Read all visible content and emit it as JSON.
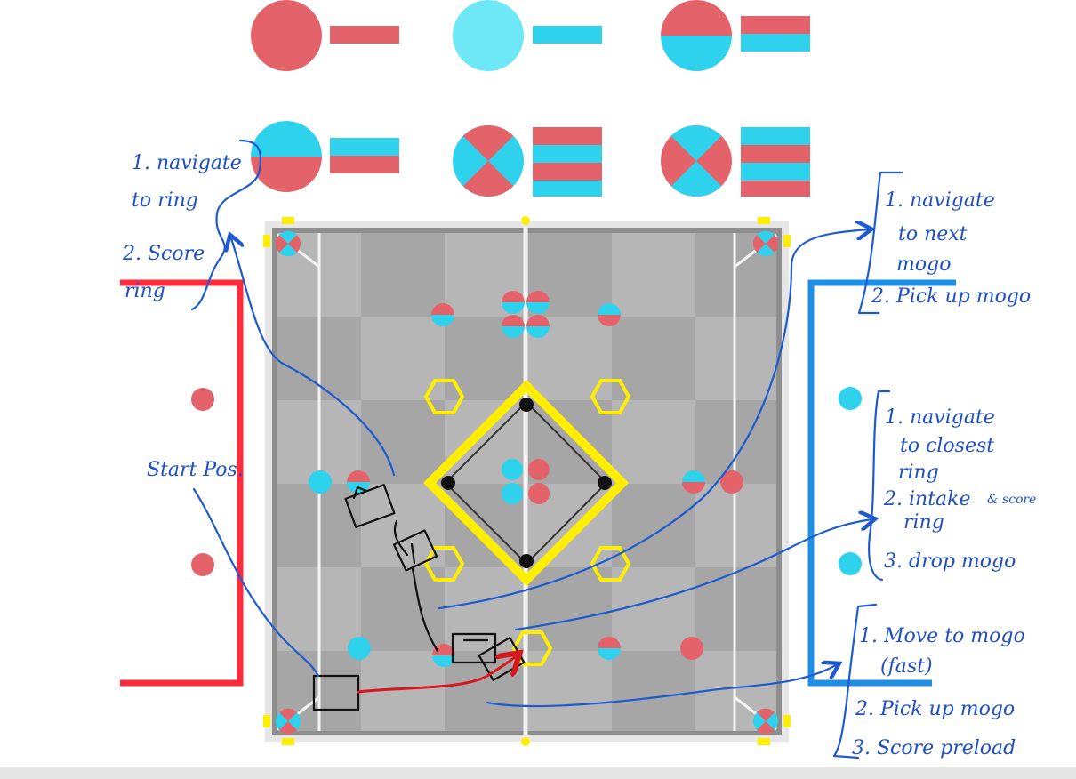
{
  "colors": {
    "ring_red": "#e4636b",
    "ring_blue": "#2ed2ec",
    "field_gray": "#9d9d9d",
    "tape_white": "#f3f3f3",
    "mogo_yellow": "#ffee00",
    "red_zone": "#ff2a3b",
    "blue_zone": "#1e8fe6",
    "pen_blue": "#1f5bd0",
    "pen_black": "#111111",
    "pen_red": "#d8161b"
  },
  "legend_icons": [
    "red-ring-single-bar-icon",
    "blue-ring-single-bar-icon",
    "red-blue-ring-double-bar-icon",
    "blue-red-ring-double-bar-icon",
    "quartered-ring-triple-bar-icon",
    "quartered-ring-triple-bar-alt-icon"
  ],
  "notes": {
    "top_left": {
      "line1": "1. navigate",
      "line2": "to ring",
      "line3": "2. Score",
      "line4": "ring"
    },
    "start": {
      "label": "Start Pos."
    },
    "top_right": {
      "line1": "1. navigate",
      "line2": "to next",
      "line3": "mogo",
      "line4": "2. Pick up mogo"
    },
    "mid_right": {
      "line1": "1. navigate",
      "line2": "to closest",
      "line3": "ring",
      "line4": "2. intake",
      "line4b": "& score",
      "line5": "ring",
      "line6": "3. drop mogo"
    },
    "bottom_right": {
      "line1": "1. Move to mogo",
      "line2": "(fast)",
      "line3": "2. Pick up mogo",
      "line4": "3. Score preload"
    }
  }
}
